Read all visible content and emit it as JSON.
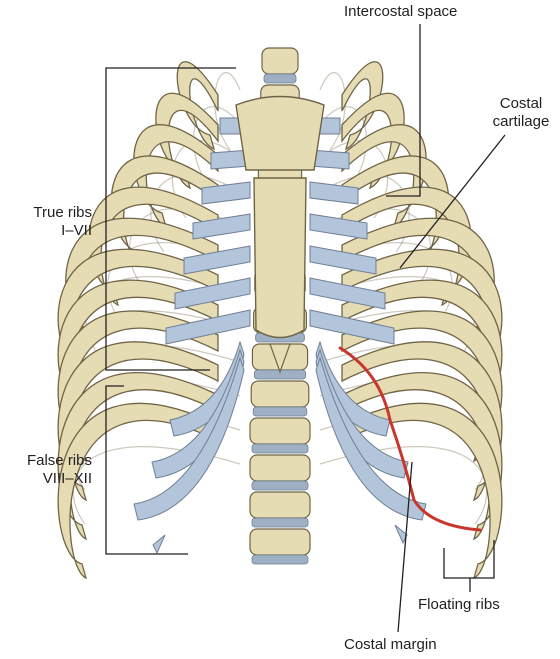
{
  "labels": {
    "intercostal_space": "Intercostal space",
    "costal_cartilage_1": "Costal",
    "costal_cartilage_2": "cartilage",
    "true_ribs_1": "True ribs",
    "true_ribs_2": "I–VII",
    "false_ribs_1": "False ribs",
    "false_ribs_2": "VIII–XII",
    "floating_ribs": "Floating ribs",
    "costal_margin": "Costal margin"
  },
  "colors": {
    "bone": "#e6dcb4",
    "bone_outline": "#6f6546",
    "cartilage": "#b3c5da",
    "cartilage_outline": "#6f7f95",
    "costal_margin_line": "#c8372d",
    "leader": "#231f20",
    "disc": "#9fb0c4"
  },
  "icons": [
    "rib-cage-illustration"
  ]
}
